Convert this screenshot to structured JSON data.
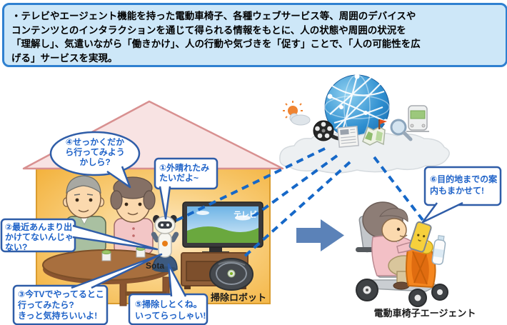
{
  "info_box": {
    "lines": [
      "・テレビやエージェント機能を持った電動車椅子、各種ウェブサービス等、周囲のデバイスや",
      "コンテンツとのインタラクションを通じて得られる情報をもとに、人の状態や周囲の状況を",
      "「理解し」、気遣いながら「働きかけ」、人の行動や気づきを「促す」ことで、「人の可能性を広",
      "げる」サービスを実現。"
    ]
  },
  "bubbles": {
    "b1": {
      "lines": [
        "①外晴れたみ",
        "たいだよ~"
      ]
    },
    "b2": {
      "lines": [
        "②最近あんまり出",
        "かけてないんじゃ",
        "ない?"
      ]
    },
    "b3": {
      "lines": [
        "③今TVでやってるとこ",
        "行ってみたら?",
        "きっと気持ちいいよ!"
      ]
    },
    "b4": {
      "lines": [
        "④せっかくだか",
        "ら行ってみよう",
        "かしら?"
      ]
    },
    "b5": {
      "lines": [
        "⑤掃除しとくね。",
        "いってらっしゃい!"
      ]
    },
    "b6": {
      "lines": [
        "⑥目的地までの案",
        "内もまかせて!"
      ]
    }
  },
  "labels": {
    "tv": "テレビ",
    "sota": "Sota",
    "vacuum": "掃除ロボット",
    "wheelchair": "電動車椅子エージェント"
  },
  "icons": {
    "cloud_icons": [
      "globe-icon",
      "weather-icon",
      "film-reel-icon",
      "news-icon",
      "map-icon",
      "search-icon",
      "train-icon"
    ]
  },
  "colors": {
    "info_border": "#2f80d0",
    "info_bg": "#cde7f8",
    "dash_blue": "#1668c8",
    "bubble_border": "#2f5da8",
    "bubble_text": "#1e62c8",
    "house_wall": "#f4b33c",
    "roof_fill": "#f8e3e3",
    "roof_stroke": "#d89090",
    "arrow_blue": "#5b82b8",
    "scooter_orange": "#f5861f"
  }
}
